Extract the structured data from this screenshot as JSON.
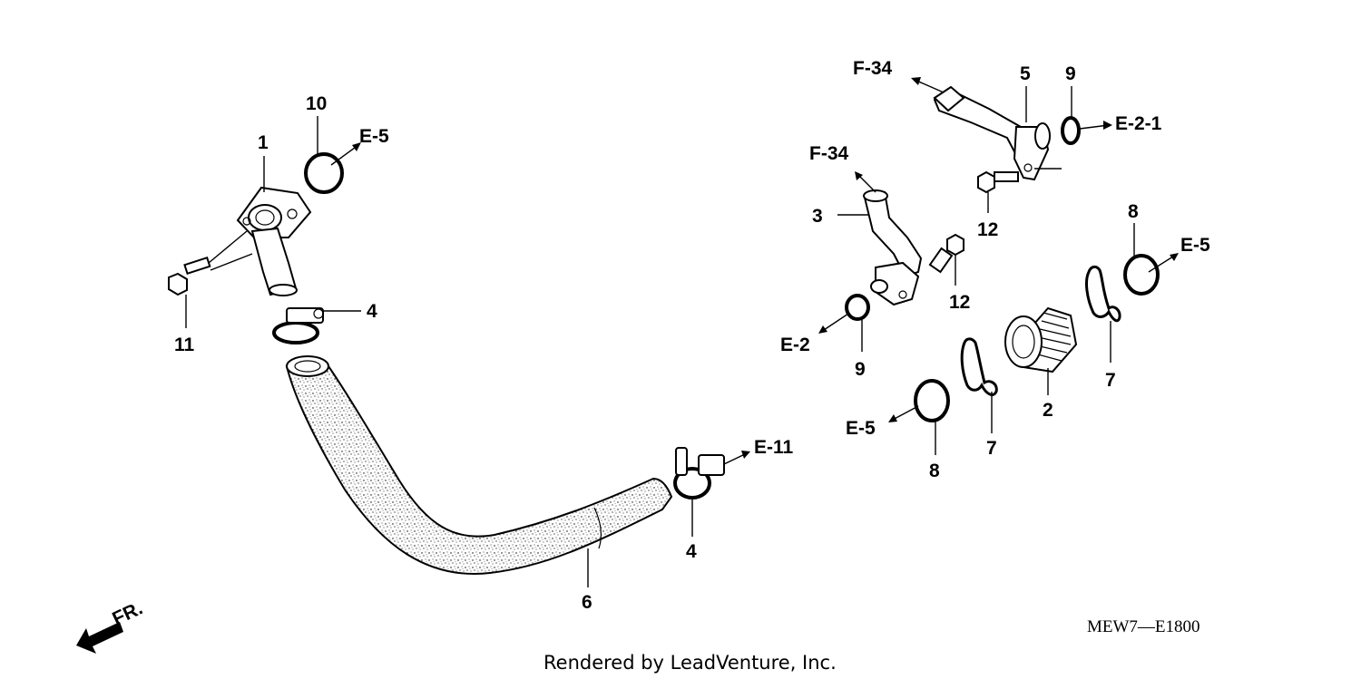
{
  "callouts": {
    "c1": "1",
    "c2": "2",
    "c3": "3",
    "c4a": "4",
    "c4b": "4",
    "c5": "5",
    "c6": "6",
    "c7a": "7",
    "c7b": "7",
    "c8a": "8",
    "c8b": "8",
    "c9a": "9",
    "c9b": "9",
    "c10": "10",
    "c11": "11",
    "c12a": "12",
    "c12b": "12"
  },
  "refs": {
    "e5_top": "E-5",
    "f34_top": "F-34",
    "e21": "E-2-1",
    "f34_mid": "F-34",
    "e5_right": "E-5",
    "e2": "E-2",
    "e5_low": "E-5",
    "e11": "E-11",
    "fr": "FR."
  },
  "diagram_code": "MEW7—E1800",
  "credit": "Rendered by LeadVenture, Inc."
}
